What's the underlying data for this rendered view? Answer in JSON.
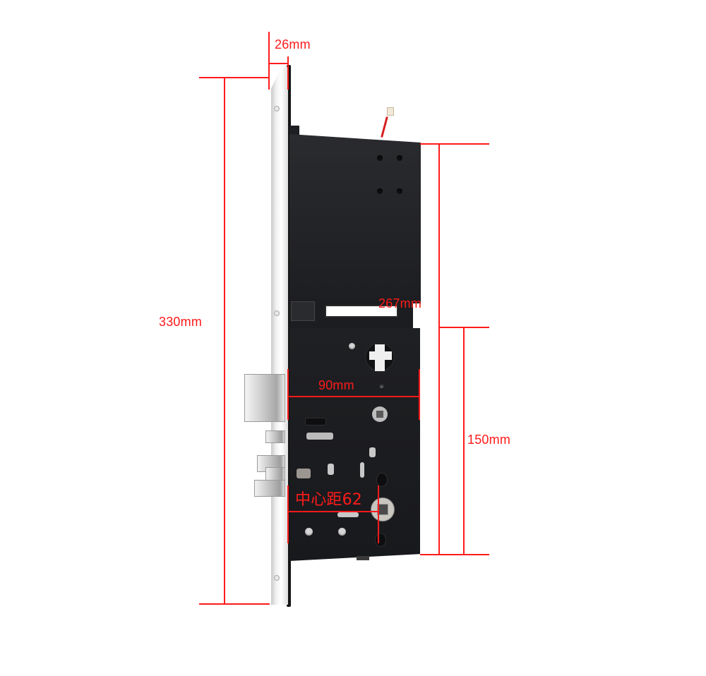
{
  "diagram": {
    "subject": "mortise lock body with dimension callouts",
    "colors": {
      "dimension_line": "#ff1a1a",
      "lock_body": "#1d1e21",
      "faceplate": "#f0f0f0",
      "background": "#ffffff"
    },
    "dimensions": {
      "faceplate_thickness": {
        "label": "26mm"
      },
      "total_height": {
        "label": "330mm"
      },
      "body_height": {
        "label": "267mm"
      },
      "lower_case_height": {
        "label": "150mm"
      },
      "backset": {
        "label": "90mm"
      },
      "center_distance": {
        "label": "中心距62"
      }
    },
    "components": [
      {
        "name": "faceplate"
      },
      {
        "name": "upper-housing"
      },
      {
        "name": "wire-connector"
      },
      {
        "name": "lower-lock-case"
      },
      {
        "name": "latch-bolt"
      },
      {
        "name": "deadbolts"
      },
      {
        "name": "spindle-hub"
      },
      {
        "name": "cylinder-hole"
      }
    ]
  }
}
